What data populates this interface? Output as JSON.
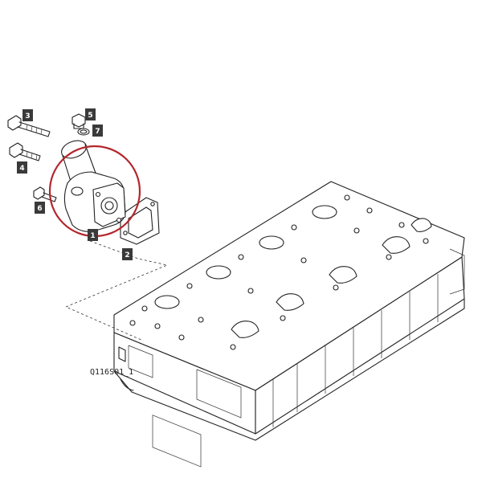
{
  "callouts": {
    "c1": "1",
    "c2": "2",
    "c3": "3",
    "c4": "4",
    "c5": "5",
    "c6": "6",
    "c7": "7"
  },
  "caption": "Q116S01_1",
  "colors": {
    "highlight_circle": "#b3262b",
    "line": "#222222",
    "callout_fill": "#3a3a3a"
  }
}
